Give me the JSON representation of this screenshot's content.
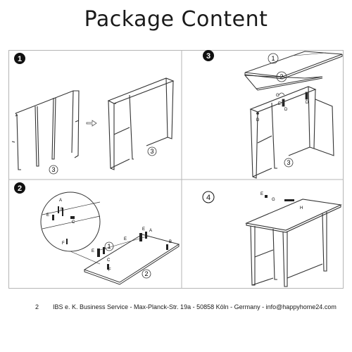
{
  "title": "Package Content",
  "steps": {
    "s1": "1",
    "s2": "2",
    "s3": "3",
    "s4": "4"
  },
  "labels": {
    "one": "1",
    "two": "2",
    "three": "3",
    "A": "A",
    "B": "B",
    "C": "C",
    "D": "D",
    "E": "E",
    "F": "F",
    "G": "G",
    "H": "H"
  },
  "footer": {
    "page_number": "2",
    "text": "IBS e. K. Business Service - Max-Planck-Str. 19a - 50858 Köln - Germany - info@happyhome24.com"
  }
}
